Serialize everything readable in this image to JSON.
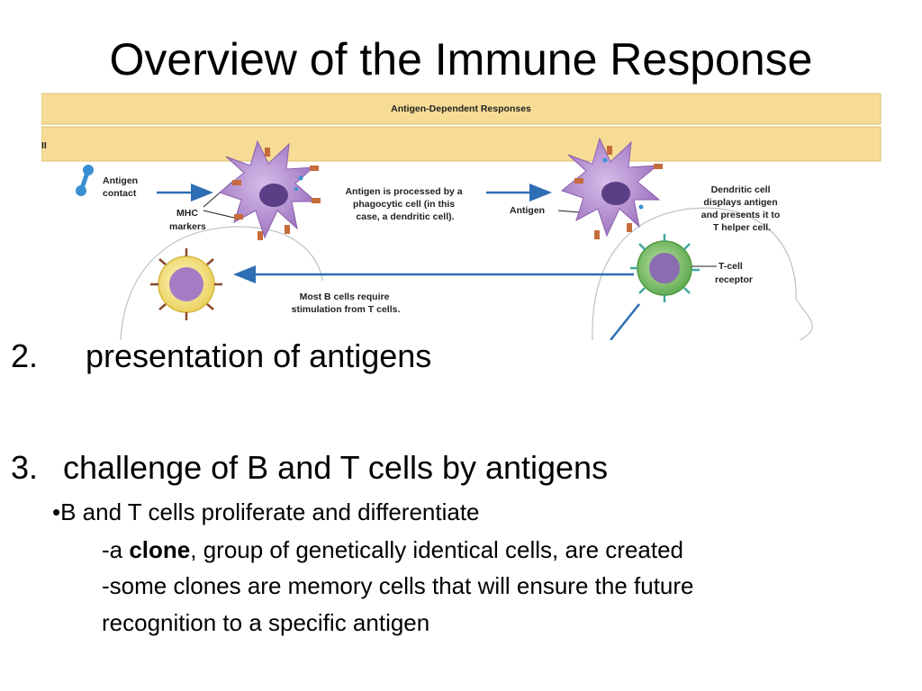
{
  "title": "Overview of the Immune Response",
  "diagram": {
    "banner": "Antigen-Dependent Responses",
    "banner_fragment": "II",
    "labels": {
      "antigen_contact": [
        "Antigen",
        "contact"
      ],
      "mhc_markers": [
        "MHC",
        "markers"
      ],
      "processed": [
        "Antigen is processed by a",
        "phagocytic cell (in this",
        "case, a dendritic cell)."
      ],
      "antigen": "Antigen",
      "dendritic_displays": [
        "Dendritic cell",
        "displays antigen",
        "and presents it to",
        "T helper cell."
      ],
      "tcell_receptor": [
        "T-cell",
        "receptor"
      ],
      "b_cells_require": [
        "Most B cells require",
        "stimulation from T cells."
      ]
    },
    "colors": {
      "banner": "#f7dc95",
      "dendritic": "#a57cc4",
      "tcell": "#6cb560",
      "bcell": "#f3e178",
      "arrow": "#2d6eb4"
    }
  },
  "items": [
    {
      "number": "2.",
      "text": "presentation of antigens"
    },
    {
      "number": "3.",
      "text": "challenge of B and T cells by antigens"
    }
  ],
  "bullet": {
    "marker": "•",
    "text": "B and T cells proliferate and differentiate"
  },
  "sub1": {
    "prefix": "-a ",
    "bold": "clone",
    "rest": ", group of genetically identical cells, are created"
  },
  "sub2": {
    "line1": "-some clones are memory cells that will ensure the future",
    "line2": "recognition to a specific antigen"
  }
}
